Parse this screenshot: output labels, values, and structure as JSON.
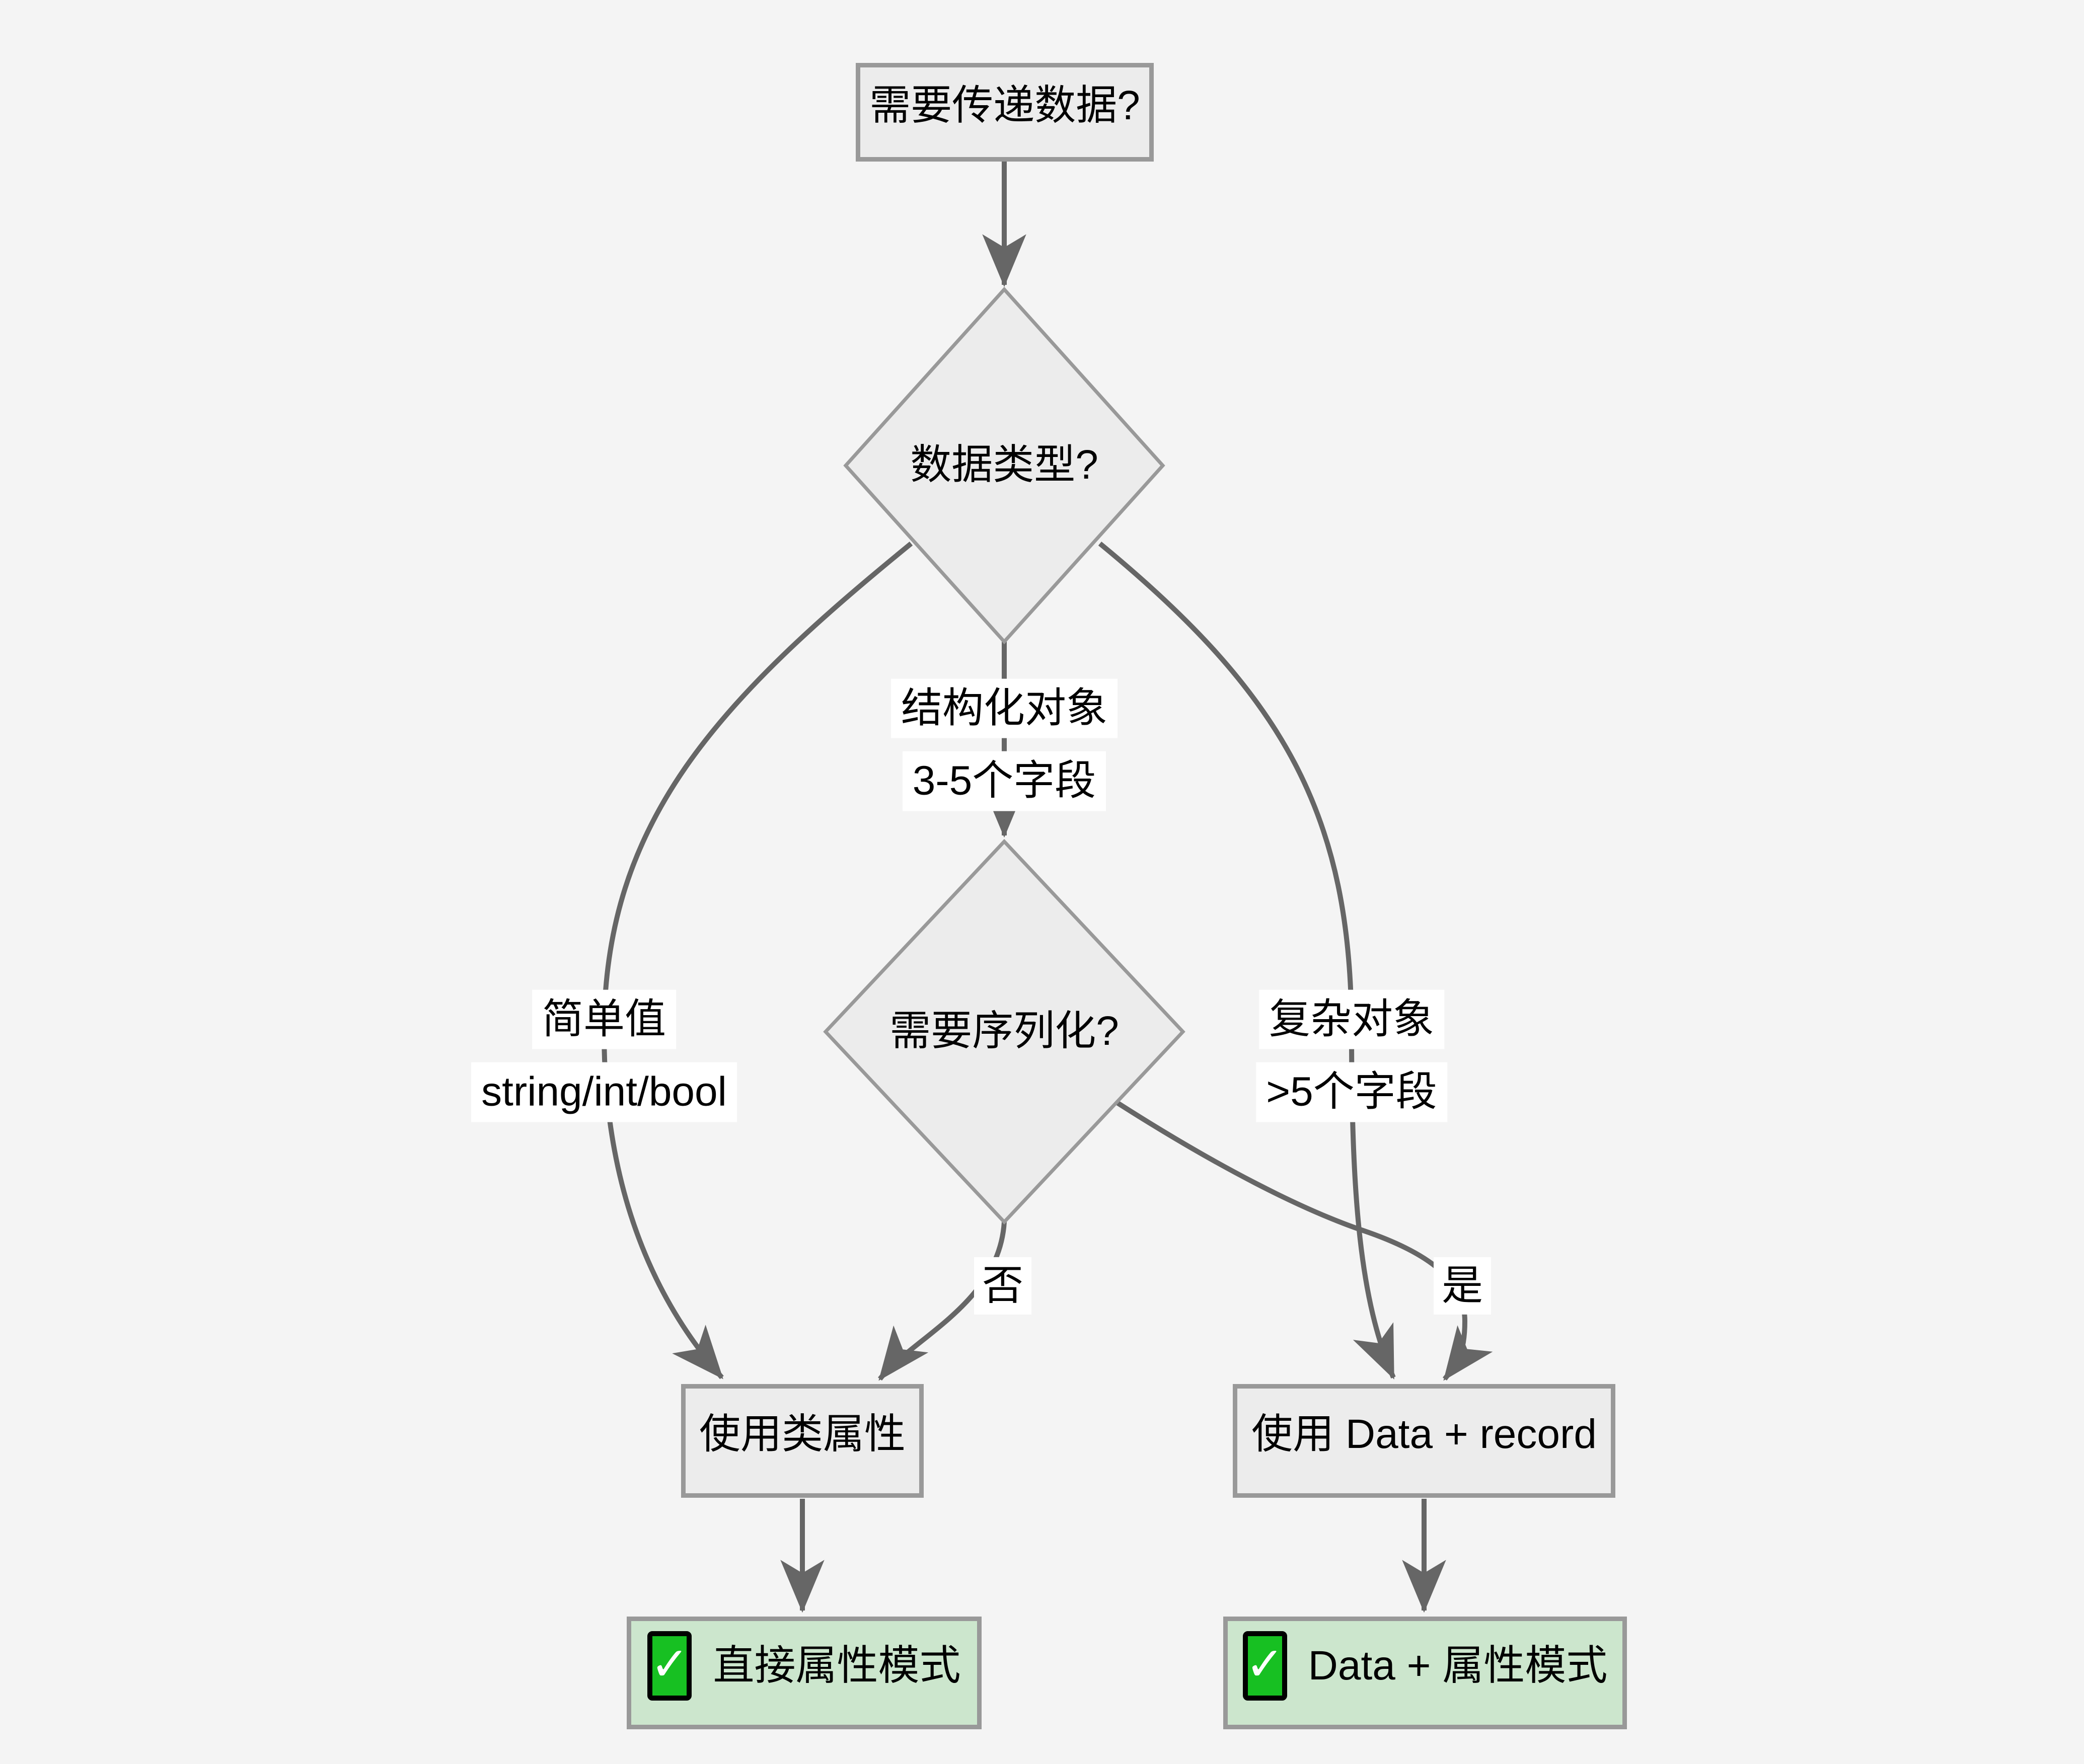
{
  "diagram_type": "flowchart",
  "colors": {
    "background": "#f4f4f4",
    "node_fill": "#ececec",
    "node_border": "#999999",
    "edge": "#666666",
    "edge_label_background": "#ffffff",
    "result_fill": "#cce6cd",
    "check_green": "#17c022",
    "text": "#000000"
  },
  "nodes": {
    "start": {
      "label": "需要传递数据?"
    },
    "datatype": {
      "label": "数据类型?"
    },
    "serialize": {
      "label": "需要序列化?"
    },
    "class_attr": {
      "label": "使用类属性"
    },
    "data_record": {
      "label": "使用 Data + record"
    },
    "result_direct": {
      "check": "✓",
      "label": "直接属性模式"
    },
    "result_data": {
      "check": "✓",
      "label": "Data + 属性模式"
    }
  },
  "edge_labels": {
    "simple": {
      "lines": [
        "简单值",
        "string/int/bool"
      ]
    },
    "structured": {
      "lines": [
        "结构化对象",
        "3-5个字段"
      ]
    },
    "complex": {
      "lines": [
        "复杂对象",
        ">5个字段"
      ]
    },
    "no": "否",
    "yes": "是"
  },
  "edges": [
    {
      "from": "start",
      "to": "datatype",
      "label": ""
    },
    {
      "from": "datatype",
      "to": "serialize",
      "label": "结构化对象 3-5个字段"
    },
    {
      "from": "datatype",
      "to": "class_attr",
      "label": "简单值 string/int/bool"
    },
    {
      "from": "datatype",
      "to": "data_record",
      "label": "复杂对象 >5个字段"
    },
    {
      "from": "serialize",
      "to": "class_attr",
      "label": "否"
    },
    {
      "from": "serialize",
      "to": "data_record",
      "label": "是"
    },
    {
      "from": "class_attr",
      "to": "result_direct",
      "label": ""
    },
    {
      "from": "data_record",
      "to": "result_data",
      "label": ""
    }
  ]
}
